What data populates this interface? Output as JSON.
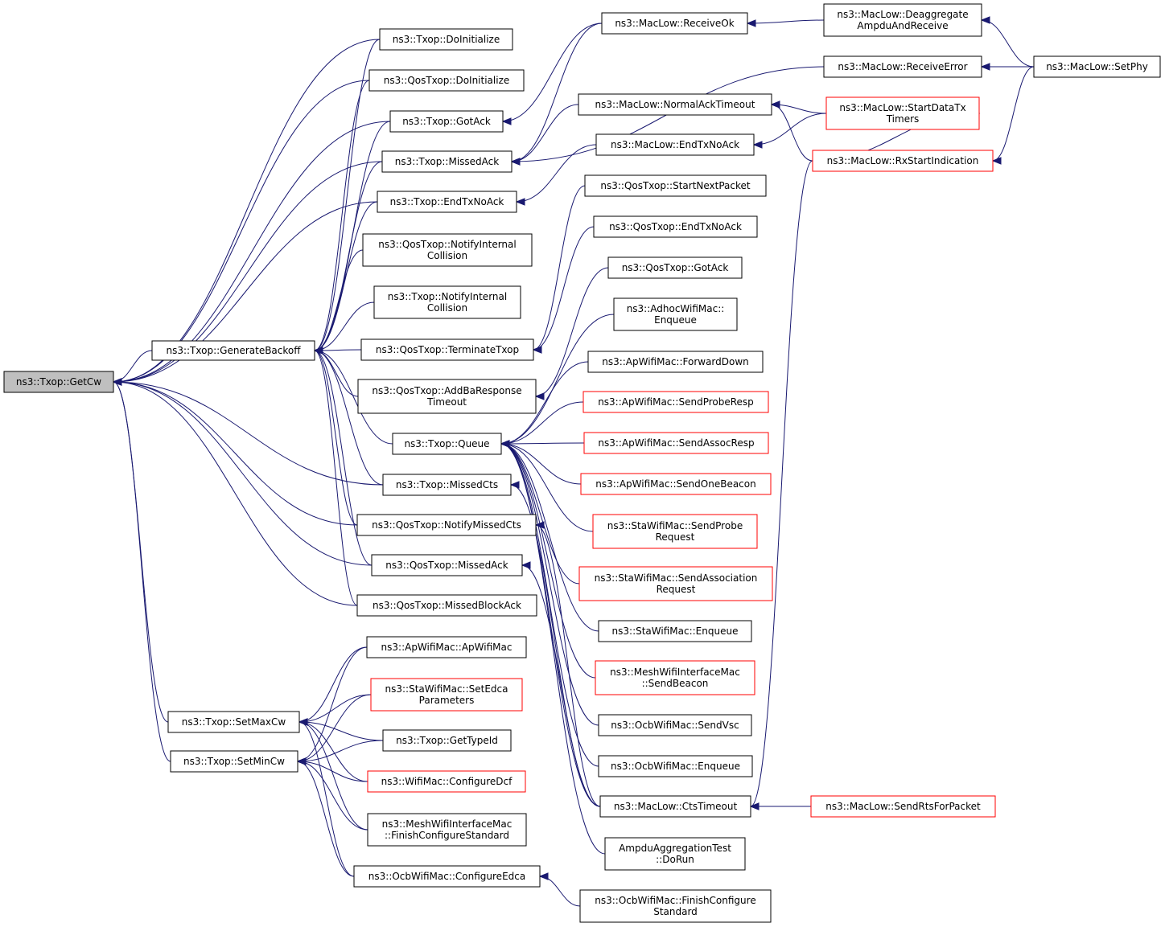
{
  "colors": {
    "edge": "#191970",
    "border": "#000000",
    "red_border": "#ff0000",
    "root_fill": "#bfbfbf",
    "background": "#ffffff"
  },
  "nodes": [
    {
      "id": "getcw",
      "lines": [
        "ns3::Txop::GetCw"
      ],
      "style": "root"
    },
    {
      "id": "genbackoff",
      "lines": [
        "ns3::Txop::GenerateBackoff"
      ],
      "style": "normal"
    },
    {
      "id": "setmaxcw",
      "lines": [
        "ns3::Txop::SetMaxCw"
      ],
      "style": "normal"
    },
    {
      "id": "setmincw",
      "lines": [
        "ns3::Txop::SetMinCw"
      ],
      "style": "normal"
    },
    {
      "id": "txop_doinit",
      "lines": [
        "ns3::Txop::DoInitialize"
      ],
      "style": "normal"
    },
    {
      "id": "qos_doinit",
      "lines": [
        "ns3::QosTxop::DoInitialize"
      ],
      "style": "normal"
    },
    {
      "id": "txop_gotack",
      "lines": [
        "ns3::Txop::GotAck"
      ],
      "style": "normal"
    },
    {
      "id": "txop_missedack",
      "lines": [
        "ns3::Txop::MissedAck"
      ],
      "style": "normal"
    },
    {
      "id": "txop_endtx",
      "lines": [
        "ns3::Txop::EndTxNoAck"
      ],
      "style": "normal"
    },
    {
      "id": "qos_notifyint",
      "lines": [
        "ns3::QosTxop::NotifyInternal",
        "Collision"
      ],
      "style": "normal"
    },
    {
      "id": "txop_notifyint",
      "lines": [
        "ns3::Txop::NotifyInternal",
        "Collision"
      ],
      "style": "normal"
    },
    {
      "id": "qos_terminate",
      "lines": [
        "ns3::QosTxop::TerminateTxop"
      ],
      "style": "normal"
    },
    {
      "id": "qos_addba",
      "lines": [
        "ns3::QosTxop::AddBaResponse",
        "Timeout"
      ],
      "style": "normal"
    },
    {
      "id": "txop_queue",
      "lines": [
        "ns3::Txop::Queue"
      ],
      "style": "normal"
    },
    {
      "id": "txop_missedcts",
      "lines": [
        "ns3::Txop::MissedCts"
      ],
      "style": "normal"
    },
    {
      "id": "qos_notifymissedcts",
      "lines": [
        "ns3::QosTxop::NotifyMissedCts"
      ],
      "style": "normal"
    },
    {
      "id": "qos_missedack",
      "lines": [
        "ns3::QosTxop::MissedAck"
      ],
      "style": "normal"
    },
    {
      "id": "qos_missedblockack",
      "lines": [
        "ns3::QosTxop::MissedBlockAck"
      ],
      "style": "normal"
    },
    {
      "id": "ap_apwifimac",
      "lines": [
        "ns3::ApWifiMac::ApWifiMac"
      ],
      "style": "normal"
    },
    {
      "id": "sta_setedca",
      "lines": [
        "ns3::StaWifiMac::SetEdca",
        "Parameters"
      ],
      "style": "red"
    },
    {
      "id": "txop_gettypeid",
      "lines": [
        "ns3::Txop::GetTypeId"
      ],
      "style": "normal"
    },
    {
      "id": "wifimac_configdcf",
      "lines": [
        "ns3::WifiMac::ConfigureDcf"
      ],
      "style": "red"
    },
    {
      "id": "mesh_finishconfig",
      "lines": [
        "ns3::MeshWifiInterfaceMac",
        "::FinishConfigureStandard"
      ],
      "style": "normal"
    },
    {
      "id": "ocb_configedca",
      "lines": [
        "ns3::OcbWifiMac::ConfigureEdca"
      ],
      "style": "normal"
    },
    {
      "id": "maclow_receiveok",
      "lines": [
        "ns3::MacLow::ReceiveOk"
      ],
      "style": "normal"
    },
    {
      "id": "maclow_normalack",
      "lines": [
        "ns3::MacLow::NormalAckTimeout"
      ],
      "style": "normal"
    },
    {
      "id": "maclow_endtxnoack",
      "lines": [
        "ns3::MacLow::EndTxNoAck"
      ],
      "style": "normal"
    },
    {
      "id": "qos_startnext",
      "lines": [
        "ns3::QosTxop::StartNextPacket"
      ],
      "style": "normal"
    },
    {
      "id": "qos_endtx",
      "lines": [
        "ns3::QosTxop::EndTxNoAck"
      ],
      "style": "normal"
    },
    {
      "id": "qos_gotack",
      "lines": [
        "ns3::QosTxop::GotAck"
      ],
      "style": "normal"
    },
    {
      "id": "adhoc_enqueue",
      "lines": [
        "ns3::AdhocWifiMac::",
        "Enqueue"
      ],
      "style": "normal"
    },
    {
      "id": "ap_forwarddown",
      "lines": [
        "ns3::ApWifiMac::ForwardDown"
      ],
      "style": "normal"
    },
    {
      "id": "ap_sendproberesp",
      "lines": [
        "ns3::ApWifiMac::SendProbeResp"
      ],
      "style": "red"
    },
    {
      "id": "ap_sendassocresp",
      "lines": [
        "ns3::ApWifiMac::SendAssocResp"
      ],
      "style": "red"
    },
    {
      "id": "ap_sendonebeacon",
      "lines": [
        "ns3::ApWifiMac::SendOneBeacon"
      ],
      "style": "red"
    },
    {
      "id": "sta_sendprobe",
      "lines": [
        "ns3::StaWifiMac::SendProbe",
        "Request"
      ],
      "style": "red"
    },
    {
      "id": "sta_sendassoc",
      "lines": [
        "ns3::StaWifiMac::SendAssociation",
        "Request"
      ],
      "style": "red"
    },
    {
      "id": "sta_enqueue",
      "lines": [
        "ns3::StaWifiMac::Enqueue"
      ],
      "style": "normal"
    },
    {
      "id": "mesh_sendbeacon",
      "lines": [
        "ns3::MeshWifiInterfaceMac",
        "::SendBeacon"
      ],
      "style": "red"
    },
    {
      "id": "ocb_sendvsc",
      "lines": [
        "ns3::OcbWifiMac::SendVsc"
      ],
      "style": "normal"
    },
    {
      "id": "ocb_enqueue",
      "lines": [
        "ns3::OcbWifiMac::Enqueue"
      ],
      "style": "normal"
    },
    {
      "id": "maclow_ctstimeout",
      "lines": [
        "ns3::MacLow::CtsTimeout"
      ],
      "style": "normal"
    },
    {
      "id": "ampdu_dorun",
      "lines": [
        "AmpduAggregationTest",
        "::DoRun"
      ],
      "style": "normal"
    },
    {
      "id": "ocb_finishconfig",
      "lines": [
        "ns3::OcbWifiMac::FinishConfigure",
        "Standard"
      ],
      "style": "normal"
    },
    {
      "id": "maclow_deaggregate",
      "lines": [
        "ns3::MacLow::Deaggregate",
        "AmpduAndReceive"
      ],
      "style": "normal"
    },
    {
      "id": "maclow_receiveerror",
      "lines": [
        "ns3::MacLow::ReceiveError"
      ],
      "style": "normal"
    },
    {
      "id": "maclow_startdatatx",
      "lines": [
        "ns3::MacLow::StartDataTx",
        "Timers"
      ],
      "style": "red"
    },
    {
      "id": "maclow_rxstart",
      "lines": [
        "ns3::MacLow::RxStartIndication"
      ],
      "style": "red"
    },
    {
      "id": "maclow_sendrts",
      "lines": [
        "ns3::MacLow::SendRtsForPacket"
      ],
      "style": "red"
    },
    {
      "id": "maclow_setphy",
      "lines": [
        "ns3::MacLow::SetPhy"
      ],
      "style": "normal"
    }
  ],
  "edges": [
    [
      "txop_doinit",
      "getcw"
    ],
    [
      "qos_doinit",
      "getcw"
    ],
    [
      "txop_gotack",
      "getcw"
    ],
    [
      "txop_missedack",
      "getcw"
    ],
    [
      "txop_endtx",
      "getcw"
    ],
    [
      "genbackoff",
      "getcw"
    ],
    [
      "txop_missedcts",
      "getcw"
    ],
    [
      "qos_notifymissedcts",
      "getcw"
    ],
    [
      "qos_missedack",
      "getcw"
    ],
    [
      "qos_missedblockack",
      "getcw"
    ],
    [
      "setmaxcw",
      "getcw"
    ],
    [
      "setmincw",
      "getcw"
    ],
    [
      "txop_doinit",
      "genbackoff"
    ],
    [
      "qos_doinit",
      "genbackoff"
    ],
    [
      "txop_gotack",
      "genbackoff"
    ],
    [
      "txop_missedack",
      "genbackoff"
    ],
    [
      "txop_endtx",
      "genbackoff"
    ],
    [
      "qos_notifyint",
      "genbackoff"
    ],
    [
      "txop_notifyint",
      "genbackoff"
    ],
    [
      "qos_terminate",
      "genbackoff"
    ],
    [
      "qos_addba",
      "genbackoff"
    ],
    [
      "txop_queue",
      "genbackoff"
    ],
    [
      "txop_missedcts",
      "genbackoff"
    ],
    [
      "qos_notifymissedcts",
      "genbackoff"
    ],
    [
      "qos_missedack",
      "genbackoff"
    ],
    [
      "qos_missedblockack",
      "genbackoff"
    ],
    [
      "ap_apwifimac",
      "setmaxcw"
    ],
    [
      "sta_setedca",
      "setmaxcw"
    ],
    [
      "txop_gettypeid",
      "setmaxcw"
    ],
    [
      "wifimac_configdcf",
      "setmaxcw"
    ],
    [
      "mesh_finishconfig",
      "setmaxcw"
    ],
    [
      "ocb_configedca",
      "setmaxcw"
    ],
    [
      "ap_apwifimac",
      "setmincw"
    ],
    [
      "sta_setedca",
      "setmincw"
    ],
    [
      "txop_gettypeid",
      "setmincw"
    ],
    [
      "wifimac_configdcf",
      "setmincw"
    ],
    [
      "mesh_finishconfig",
      "setmincw"
    ],
    [
      "ocb_configedca",
      "setmincw"
    ],
    [
      "maclow_receiveok",
      "txop_gotack"
    ],
    [
      "maclow_receiveok",
      "txop_missedack"
    ],
    [
      "maclow_normalack",
      "txop_missedack"
    ],
    [
      "maclow_receiveerror",
      "txop_missedack"
    ],
    [
      "maclow_endtxnoack",
      "txop_endtx"
    ],
    [
      "qos_startnext",
      "qos_terminate"
    ],
    [
      "qos_endtx",
      "qos_terminate"
    ],
    [
      "qos_gotack",
      "qos_addba"
    ],
    [
      "adhoc_enqueue",
      "txop_queue"
    ],
    [
      "ap_forwarddown",
      "txop_queue"
    ],
    [
      "ap_sendproberesp",
      "txop_queue"
    ],
    [
      "ap_sendassocresp",
      "txop_queue"
    ],
    [
      "ap_sendonebeacon",
      "txop_queue"
    ],
    [
      "sta_sendprobe",
      "txop_queue"
    ],
    [
      "sta_sendassoc",
      "txop_queue"
    ],
    [
      "sta_enqueue",
      "txop_queue"
    ],
    [
      "mesh_sendbeacon",
      "txop_queue"
    ],
    [
      "ocb_sendvsc",
      "txop_queue"
    ],
    [
      "ocb_enqueue",
      "txop_queue"
    ],
    [
      "maclow_ctstimeout",
      "txop_queue"
    ],
    [
      "ampdu_dorun",
      "txop_queue"
    ],
    [
      "maclow_ctstimeout",
      "txop_missedcts"
    ],
    [
      "maclow_ctstimeout",
      "qos_notifymissedcts"
    ],
    [
      "maclow_ctstimeout",
      "qos_missedack"
    ],
    [
      "ocb_finishconfig",
      "ocb_configedca"
    ],
    [
      "maclow_deaggregate",
      "maclow_receiveok"
    ],
    [
      "maclow_setphy",
      "maclow_deaggregate"
    ],
    [
      "maclow_setphy",
      "maclow_receiveerror"
    ],
    [
      "maclow_startdatatx",
      "maclow_normalack"
    ],
    [
      "maclow_rxstart",
      "maclow_normalack"
    ],
    [
      "maclow_startdatatx",
      "maclow_endtxnoack"
    ],
    [
      "maclow_setphy",
      "maclow_rxstart"
    ],
    [
      "maclow_rxstart",
      "maclow_startdatatx"
    ],
    [
      "maclow_rxstart",
      "maclow_ctstimeout"
    ],
    [
      "maclow_sendrts",
      "maclow_ctstimeout"
    ]
  ]
}
